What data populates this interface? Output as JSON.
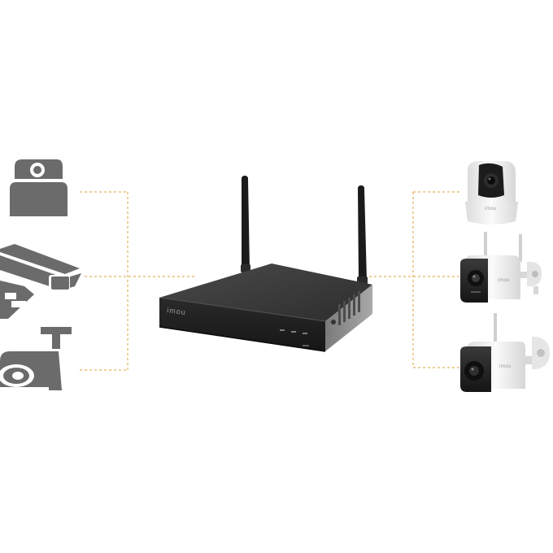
{
  "nvr": {
    "brand": "imou"
  },
  "cameras_right": [
    {
      "kind": "indoor-pan-tilt",
      "brand": "imou"
    },
    {
      "kind": "outdoor-turret-wifi",
      "brand": "imou"
    },
    {
      "kind": "outdoor-bullet-wifi",
      "brand": "imou"
    }
  ],
  "colors": {
    "background": "#ffffff",
    "icon_gray": "#6b6b6b",
    "connector": "#e3b25a",
    "nvr_body": "#2b2b2b",
    "nvr_top": "#3a3a3a",
    "camera_white": "#f4f4f4"
  }
}
